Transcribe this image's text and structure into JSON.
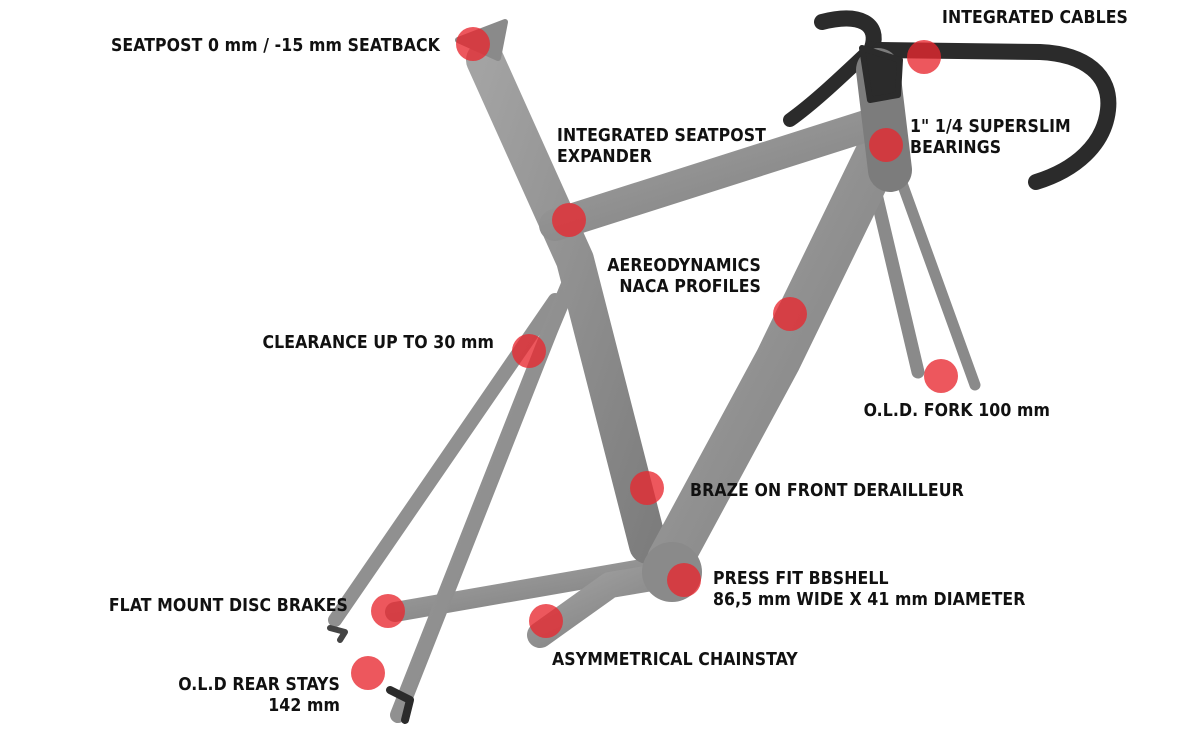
{
  "callouts": [
    {
      "id": "seatpost",
      "lines": [
        "SEATPOST 0 mm / -15 mm SEATBACK"
      ]
    },
    {
      "id": "cables",
      "lines": [
        "INTEGRATED CABLES"
      ]
    },
    {
      "id": "expander",
      "lines": [
        "INTEGRATED SEATPOST",
        "EXPANDER"
      ]
    },
    {
      "id": "bearings",
      "lines": [
        "1\" 1/4 SUPERSLIM",
        "BEARINGS"
      ]
    },
    {
      "id": "naca",
      "lines": [
        "AEREODYNAMICS",
        "NACA PROFILES"
      ]
    },
    {
      "id": "clearance",
      "lines": [
        "CLEARANCE UP TO 30 mm"
      ]
    },
    {
      "id": "fork",
      "lines": [
        "O.L.D. FORK 100 mm"
      ]
    },
    {
      "id": "derailleur",
      "lines": [
        "BRAZE ON FRONT DERAILLEUR"
      ]
    },
    {
      "id": "bbshell",
      "lines": [
        "PRESS FIT BBSHELL",
        "86,5 mm WIDE X 41 mm DIAMETER"
      ]
    },
    {
      "id": "disc",
      "lines": [
        "FLAT MOUNT DISC BRAKES"
      ]
    },
    {
      "id": "chainstay",
      "lines": [
        "ASYMMETRICAL CHAINSTAY"
      ]
    },
    {
      "id": "reardrop",
      "lines": [
        "O.L.D REAR STAYS",
        "142 mm"
      ]
    }
  ],
  "colors": {
    "marker": "#e82830",
    "frame": "#8e8e8e",
    "frame_dark": "#6f6f6f",
    "handlebar": "#2b2b2b"
  }
}
